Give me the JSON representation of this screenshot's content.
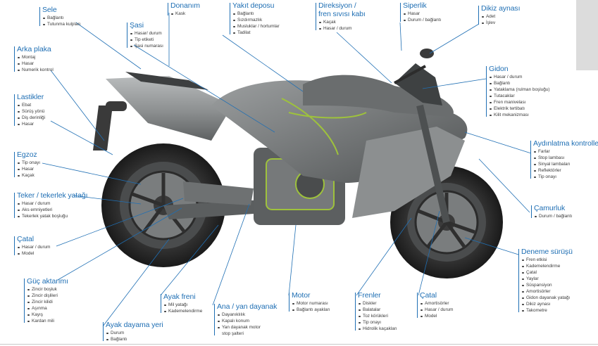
{
  "callouts": [
    {
      "id": "sele",
      "title": "Sele",
      "items": [
        "Bağlantı",
        "Tutunma kulpları"
      ]
    },
    {
      "id": "donanim",
      "title": "Donanım",
      "items": [
        "Kask"
      ]
    },
    {
      "id": "yakit",
      "title": "Yakıt deposu",
      "items": [
        "Bağlantı",
        "Sızdırmazlık",
        "Musluklar / hortumlar",
        "Tadilat"
      ]
    },
    {
      "id": "direksiyon",
      "title": "Direksiyon /\nfren sıvısı kabı",
      "items": [
        "Kaçak",
        "Hasar / durum"
      ]
    },
    {
      "id": "siperlik",
      "title": "Siperlik",
      "items": [
        "Hasar",
        "Durum / bağlantı"
      ]
    },
    {
      "id": "ayna",
      "title": "Dikiz aynası",
      "items": [
        "Adet",
        "İşlev"
      ]
    },
    {
      "id": "sasi",
      "title": "Şasi",
      "items": [
        "Hasar/ durum",
        "Tip etiketi",
        "Şasi numarası"
      ]
    },
    {
      "id": "plaka",
      "title": "Arka plaka",
      "items": [
        "Montaj",
        "Hasar",
        "Numerik kontrol"
      ]
    },
    {
      "id": "lastik",
      "title": "Lastikler",
      "items": [
        "Ebat",
        "Sürüş yönü",
        "Diş derinliği",
        "Hasar"
      ]
    },
    {
      "id": "gidon",
      "title": "Gidon",
      "items": [
        "Hasar / durum",
        "Bağlantı",
        "Yataklama (rulman boşluğu)",
        "Tutacaklar",
        "Fren manivelası",
        "Elektrik tertibatı",
        "Kilit mekanizması"
      ]
    },
    {
      "id": "aydinlatma",
      "title": "Aydınlatma kontrolleri",
      "items": [
        "Farlar",
        "Stop lambası",
        "Sinyal lambaları",
        "Reflektörler",
        "Tip onayı"
      ]
    },
    {
      "id": "egzoz",
      "title": "Egzoz",
      "items": [
        "Tip onayı",
        "Hasar",
        "Kaçak"
      ]
    },
    {
      "id": "teker",
      "title": "Teker / tekerlek yatağı",
      "items": [
        "Hasar / durum",
        "Aks emniyetleri",
        "Tekerlek yatak boşluğu"
      ]
    },
    {
      "id": "camurluk",
      "title": "Çamurluk",
      "items": [
        "Durum / bağlantı"
      ]
    },
    {
      "id": "catal1",
      "title": "Çatal",
      "items": [
        "Hasar / durum",
        "Model"
      ]
    },
    {
      "id": "deneme",
      "title": "Deneme sürüşü",
      "items": [
        "Fren etkisi",
        "Kademelendirme",
        "Çatal",
        "Yaylar",
        "Süspansiyon",
        "Amortisörler",
        "Gidon dayanak yatağı",
        "Dikiz aynası",
        "Takometre"
      ]
    },
    {
      "id": "guc",
      "title": "Güç aktarımı",
      "items": [
        "Zincir boşluk",
        "Zincir dişlileri",
        "Zincir kilidi",
        "Aşınma",
        "Kayış",
        "Kardan mili"
      ]
    },
    {
      "id": "ayakfreni",
      "title": "Ayak freni",
      "items": [
        "Mil yatağı",
        "Kademelendirme"
      ]
    },
    {
      "id": "dayanak",
      "title": "Ana / yan dayanak",
      "items": [
        "Dayanıklılık",
        "Kapalı konum",
        "Yan dayanak motor stop şalteri"
      ]
    },
    {
      "id": "motor",
      "title": "Motor",
      "items": [
        "Motor numarası",
        "Bağlantı ayakları"
      ]
    },
    {
      "id": "frenler",
      "title": "Frenler",
      "items": [
        "Diskler",
        "Balatalar",
        "Toz körükleri",
        "Tip onayı",
        "Hidrolik kaçakları"
      ]
    },
    {
      "id": "catal2",
      "title": "Çatal",
      "items": [
        "Amortisörler",
        "Hasar / durum",
        "Model"
      ]
    },
    {
      "id": "ayakdayama",
      "title": "Ayak dayama yeri",
      "items": [
        "Durum",
        "Bağlantı"
      ]
    }
  ],
  "colors": {
    "accent": "#1f6fb4",
    "text": "#3a3a3a",
    "body_gray": "#8f9293",
    "tire": "#2a2a2a"
  }
}
